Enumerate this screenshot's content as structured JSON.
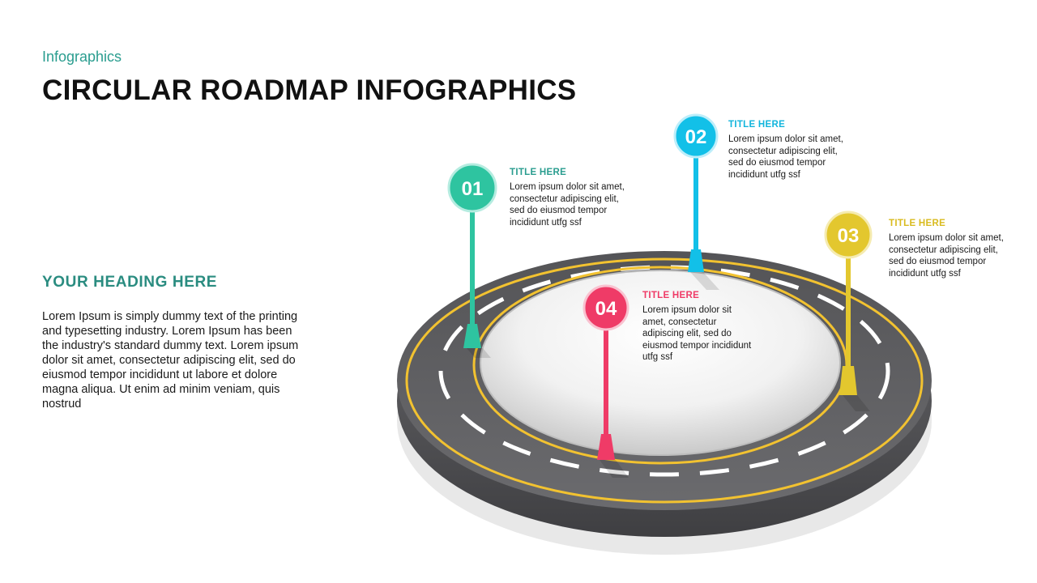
{
  "header": {
    "eyebrow": "Infographics",
    "title": "CIRCULAR ROADMAP INFOGRAPHICS"
  },
  "sidebar": {
    "heading": "YOUR HEADING  HERE",
    "body": "Lorem Ipsum is simply dummy text of the printing and typesetting industry. Lorem Ipsum has been the industry's standard dummy text. Lorem ipsum dolor sit amet, consectetur adipiscing elit, sed do eiusmod tempor incididunt ut labore et dolore magna aliqua. Ut enim ad minim veniam, quis nostrud"
  },
  "steps": [
    {
      "number": "01",
      "title": "TITLE  HERE",
      "text": "Lorem ipsum dolor sit amet, consectetur adipiscing elit, sed do eiusmod tempor incididunt utfg ssf",
      "color": "#2ec4a0"
    },
    {
      "number": "02",
      "title": "TITLE  HERE",
      "text": "Lorem ipsum dolor sit amet, consectetur adipiscing elit, sed do eiusmod tempor incididunt utfg ssf",
      "color": "#12c0e8"
    },
    {
      "number": "03",
      "title": "TITLE  HERE",
      "text": "Lorem ipsum dolor sit amet, consectetur adipiscing elit, sed do eiusmod tempor incididunt utfg ssf",
      "color": "#e3c72e"
    },
    {
      "number": "04",
      "title": "TITLE  HERE",
      "text": "Lorem ipsum dolor sit amet, consectetur adipiscing elit, sed do eiusmod tempor incididunt utfg ssf",
      "color": "#ef3b67"
    }
  ],
  "colors": {
    "accent_teal": "#2a9d8f",
    "road": "#5d5d60",
    "road_edge_line": "#f2c230",
    "lane_dash": "#ffffff"
  }
}
